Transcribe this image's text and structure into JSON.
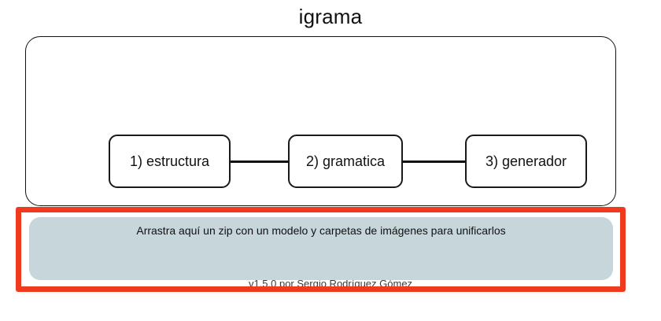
{
  "window": {
    "title": "igrama"
  },
  "diagram": {
    "nodes": [
      {
        "label": "1) estructura"
      },
      {
        "label": "2) gramatica"
      },
      {
        "label": "3) generador"
      }
    ]
  },
  "dropzone": {
    "label": "Arrastra aquí un zip con un modelo y carpetas de imágenes para unificarlos",
    "fill_color": "#c6d6da"
  },
  "highlight": {
    "color": "#f03a20"
  },
  "footer": {
    "credit": "v1.5.0 por Sergio Rodríguez Gómez"
  }
}
